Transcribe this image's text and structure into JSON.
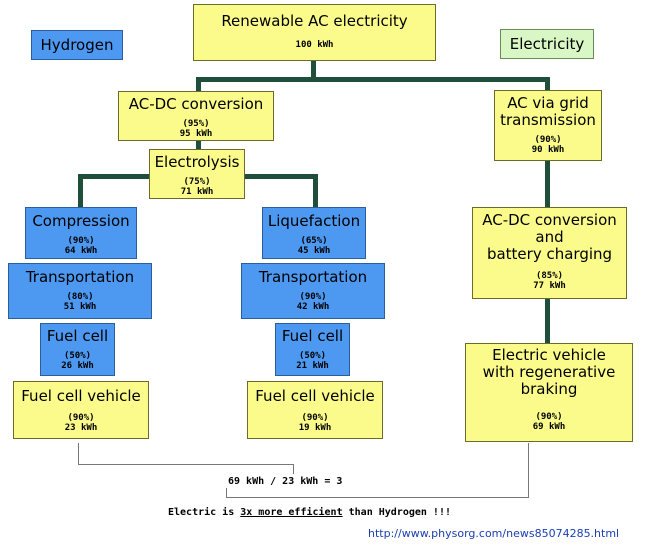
{
  "legend": {
    "hydrogen": "Hydrogen",
    "electricity": "Electricity"
  },
  "nodes": {
    "renewable": {
      "title": "Renewable AC electricity",
      "value": "100 kWh"
    },
    "acdc_left": {
      "title": "AC-DC conversion",
      "pct": "(95%)",
      "value": "95 kWh"
    },
    "electrolysis": {
      "title": "Electrolysis",
      "pct": "(75%)",
      "value": "71 kWh"
    },
    "compression": {
      "title": "Compression",
      "pct": "(90%)",
      "value": "64 kWh"
    },
    "transport_left": {
      "title": "Transportation",
      "pct": "(80%)",
      "value": "51 kWh"
    },
    "fuelcell_left": {
      "title": "Fuel cell",
      "pct": "(50%)",
      "value": "26 kWh"
    },
    "fcv_left": {
      "title": "Fuel cell vehicle",
      "pct": "(90%)",
      "value": "23 kWh"
    },
    "liquefaction": {
      "title": "Liquefaction",
      "pct": "(65%)",
      "value": "45 kWh"
    },
    "transport_right": {
      "title": "Transportation",
      "pct": "(90%)",
      "value": "42 kWh"
    },
    "fuelcell_right": {
      "title": "Fuel cell",
      "pct": "(50%)",
      "value": "21 kWh"
    },
    "fcv_right": {
      "title": "Fuel cell vehicle",
      "pct": "(90%)",
      "value": "19 kWh"
    },
    "grid": {
      "title_line1": "AC via grid",
      "title_line2": "transmission",
      "pct": "(90%)",
      "value": "90 kWh"
    },
    "battery": {
      "title_line1": "AC-DC conversion",
      "title_line2": "and",
      "title_line3": "battery charging",
      "pct": "(85%)",
      "value": "77 kWh"
    },
    "ev": {
      "title_line1": "Electric vehicle",
      "title_line2": "with regenerative",
      "title_line3": "braking",
      "pct": "(90%)",
      "value": "69 kWh"
    }
  },
  "ratio_text": "69 kWh / 23 kWh = 3",
  "conclusion": {
    "prefix": "Electric is ",
    "emphasis": "3x more efficient",
    "suffix": " than Hydrogen !!!"
  },
  "source_url": "http://www.physorg.com/news85074285.html",
  "colors": {
    "yellow": "#fbfb8c",
    "blue": "#4d99f2",
    "green": "#d9f7c5",
    "connector": "#1f4f3a"
  }
}
